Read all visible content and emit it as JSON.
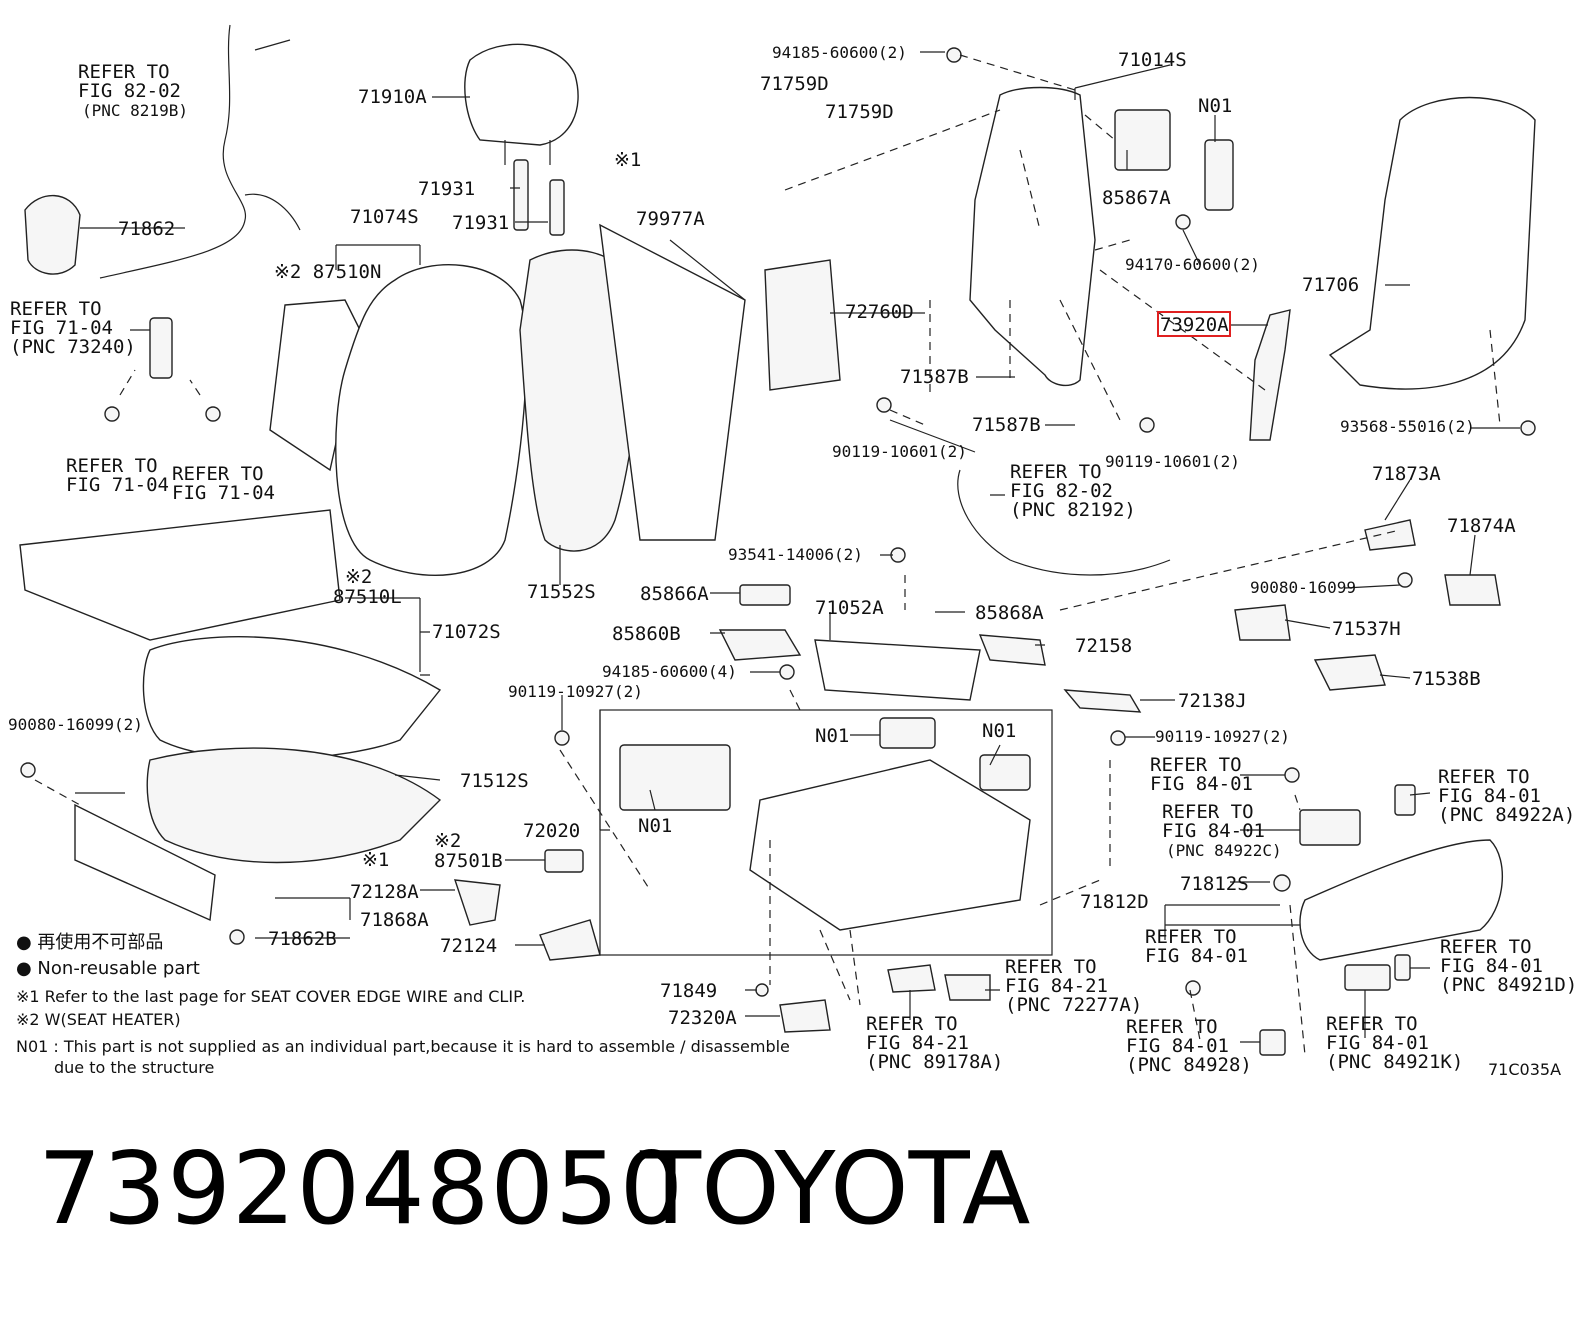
{
  "diagram": {
    "figure_code": "71C035A",
    "highlighted_part": "73920A",
    "labels": {
      "refer_82_02": [
        "REFER TO",
        "FIG 82-02",
        "(PNC 8219B)"
      ],
      "p71910A": "71910A",
      "p71931a": "71931",
      "p71931b": "71931",
      "p71862": "71862",
      "p71074S": "71074S",
      "p87510N": "※2 87510N",
      "p79977A": "79977A",
      "refer_71_04_a": [
        "REFER TO",
        "FIG 71-04",
        "(PNC 73240)"
      ],
      "refer_71_04_b": [
        "REFER TO",
        "FIG 71-04"
      ],
      "refer_71_04_c": [
        "REFER TO",
        "FIG 71-04"
      ],
      "p87510L": [
        "※2",
        "87510L"
      ],
      "p71072S": "71072S",
      "p71552S": "71552S",
      "p90080_16099_2": "90080-16099(2)",
      "p71512S": "71512S",
      "p87501B": [
        "※2",
        "87501B"
      ],
      "p72020": "72020",
      "x1_a": "※1",
      "x1_b": "※1",
      "p72128A": "72128A",
      "p71868A": "71868A",
      "p71862B": "71862B",
      "p72124": "72124",
      "p94185_60600_2": "94185-60600(2)",
      "p71759D_a": "71759D",
      "p71759D_b": "71759D",
      "p71014S": "71014S",
      "N01_a": "N01",
      "p85867A": "85867A",
      "p94170_60600_2": "94170-60600(2)",
      "p71706": "71706",
      "p72760D": "72760D",
      "p73920A": "73920A",
      "p71587B_a": "71587B",
      "p71587B_b": "71587B",
      "p90119_10601_a": "90119-10601(2)",
      "p90119_10601_b": "90119-10601(2)",
      "p93568_55016_2": "93568-55016(2)",
      "refer_82_02_b": [
        "REFER TO",
        "FIG 82-02",
        "(PNC 82192)"
      ],
      "p71873A": "71873A",
      "p71874A": "71874A",
      "p93541_14006_2": "93541-14006(2)",
      "p85866A": "85866A",
      "p71052A": "71052A",
      "p85868A": "85868A",
      "p90080_16099": "90080-16099",
      "p85860B": "85860B",
      "p72158": "72158",
      "p71537H": "71537H",
      "p71538B": "71538B",
      "p94185_60600_4": "94185-60600(4)",
      "p90119_10927_2a": "90119-10927(2)",
      "p72138J": "72138J",
      "N01_b": "N01",
      "N01_c": "N01",
      "N01_d": "N01",
      "p90119_10927_2b": "90119-10927(2)",
      "refer_84_01_a": [
        "REFER TO",
        "FIG 84-01"
      ],
      "refer_84_01_b": [
        "REFER TO",
        "FIG 84-01",
        "(PNC 84922A)"
      ],
      "refer_84_01_c": [
        "REFER TO",
        "FIG 84-01",
        "(PNC 84922C)"
      ],
      "p71812S": "71812S",
      "p71812D": "71812D",
      "refer_84_01_d": [
        "REFER TO",
        "FIG 84-01"
      ],
      "refer_84_01_e": [
        "REFER TO",
        "FIG 84-01",
        "(PNC 84921D)"
      ],
      "p71849": "71849",
      "p72320A": "72320A",
      "refer_84_21_a": [
        "REFER TO",
        "FIG 84-21",
        "(PNC 72277A)"
      ],
      "refer_84_21_b": [
        "REFER TO",
        "FIG 84-21",
        "(PNC 89178A)"
      ],
      "refer_84_01_f": [
        "REFER TO",
        "FIG 84-01",
        "(PNC 84928)"
      ],
      "refer_84_01_g": [
        "REFER TO",
        "FIG 84-01",
        "(PNC 84921K)"
      ]
    },
    "legend": {
      "jp_line": "● 再使用不可部品",
      "en_line": "● Non-reusable part",
      "note1": "※1  Refer to the last page for SEAT COVER EDGE WIRE and CLIP.",
      "note2": "※2  W(SEAT HEATER)",
      "n01_line1": "N01 : This part is not supplied as an individual part,because it is hard to assemble / disassemble",
      "n01_line2": "due to the structure"
    }
  },
  "footer": {
    "part_number": "7392048050",
    "brand": "TOYOTA"
  },
  "colors": {
    "highlight": "#e02020",
    "ink": "#111111",
    "background": "#ffffff"
  }
}
